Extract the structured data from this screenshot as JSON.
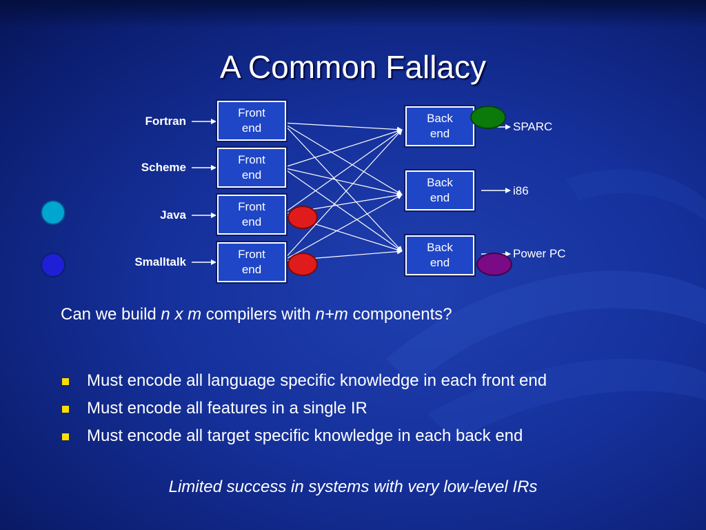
{
  "slide": {
    "title": "A Common Fallacy"
  },
  "diagram": {
    "languages": [
      "Fortran",
      "Scheme",
      "Java",
      "Smalltalk"
    ],
    "front_end_label_line1": "Front",
    "front_end_label_line2": "end",
    "back_end_label_line1": "Back",
    "back_end_label_line2": "end",
    "targets": [
      "SPARC",
      "i86",
      "Power PC"
    ]
  },
  "question": {
    "part1": "Can we build ",
    "part2": "n x m",
    "part3": " compilers with ",
    "part4": "n+m",
    "part5": " components?"
  },
  "bullets": [
    "Must encode all language specific knowledge in each front end",
    "Must encode all features in a single IR",
    "Must encode all target specific knowledge in each back end"
  ],
  "conclusion": "Limited success in systems with very low-level IRs",
  "colors": {
    "background": "#15309a",
    "bullet": "#ffde00",
    "dot_green": "#0a7a0a",
    "dot_red": "#e01b1b",
    "dot_purple": "#7a0a86",
    "dot_cyan": "#00a6cf",
    "dot_blue": "#1f1fd6"
  }
}
